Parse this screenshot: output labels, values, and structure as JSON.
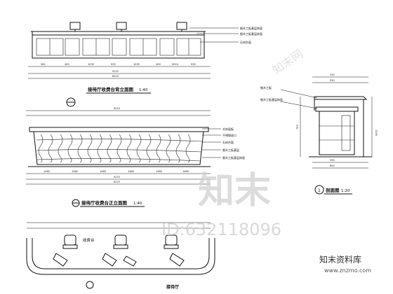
{
  "drawings": {
    "back_elevation": {
      "title": "接待厅收费台背立面图",
      "scale": "1:40",
      "notes": [
        "细木工板基层饰面",
        "细木工板基层饰面",
        "石材台面"
      ],
      "dims_top": [
        "962",
        "400",
        "1035",
        "930",
        "1035",
        "400",
        "5010",
        "930"
      ],
      "dims_total": [
        "9215",
        "8515"
      ]
    },
    "front_elevation": {
      "title": "接待厅收费台正立面图",
      "scale": "1:40",
      "notes": [
        "木饰面板",
        "不锈钢收口",
        "石材台面",
        "细木工板基层",
        "细木工板基层饰面"
      ],
      "dims_bottom": [
        "1460",
        "1460",
        "1460",
        "1460",
        "1460",
        "1460"
      ],
      "dims_total": [
        "9215",
        "8215"
      ]
    },
    "section": {
      "title": "剖面图",
      "number": "1",
      "scale": "1:20",
      "notes": [
        "细木工板",
        "细木工板基层饰面"
      ],
      "dims": [
        "250",
        "300",
        "550",
        "1100",
        "750",
        "150",
        "550",
        "850"
      ]
    },
    "plan": {
      "label_desk": "收费台",
      "label_hall": "接待厅"
    }
  },
  "watermark": {
    "big_text": "知末",
    "id_text": "ID:632118096",
    "brand": "知末资料库",
    "site": "www.znzmo.com",
    "corner_text": "知末网"
  }
}
